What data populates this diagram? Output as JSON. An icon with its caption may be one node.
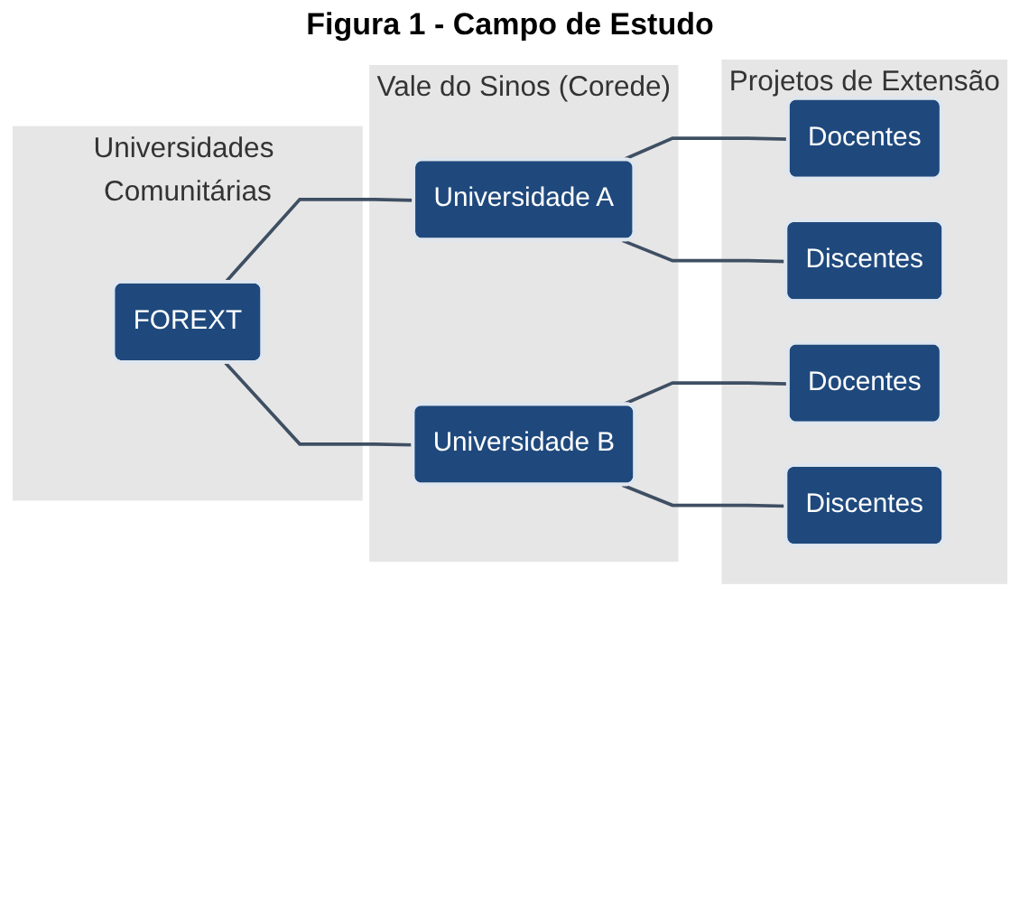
{
  "diagram": {
    "title": "Figura 1 - Campo de Estudo",
    "nodes": [
      {
        "text": [
          "Universidades Comunitárias"
        ]
      },
      {
        "text": [
          "Vale do Sinos (Corede)"
        ]
      },
      {
        "text": [
          "Projetos de Extensão"
        ]
      },
      {
        "text": [
          "FOREXT"
        ],
        "in": 0
      },
      {
        "text": [
          "Universidade A"
        ],
        "in": 1
      },
      {
        "text": [
          "Universidade B"
        ],
        "in": 1
      },
      {
        "text": [
          "Docentes"
        ],
        "in": 2
      },
      {
        "text": [
          "Discentes"
        ],
        "in": 2
      },
      {
        "text": [
          "Docentes"
        ],
        "in": 2
      },
      {
        "text": [
          "Discentes"
        ],
        "in": 2
      }
    ],
    "edges": [
      {
        "from": 3,
        "to": 4,
        "arrow": "none"
      },
      {
        "from": 3,
        "to": 5,
        "arrow": "none"
      },
      {
        "from": 4,
        "to": 6,
        "arrow": "none"
      },
      {
        "from": 4,
        "to": 7,
        "arrow": "none"
      },
      {
        "from": 5,
        "to": 8,
        "arrow": "none"
      },
      {
        "from": 5,
        "to": 9,
        "arrow": "none"
      }
    ]
  }
}
